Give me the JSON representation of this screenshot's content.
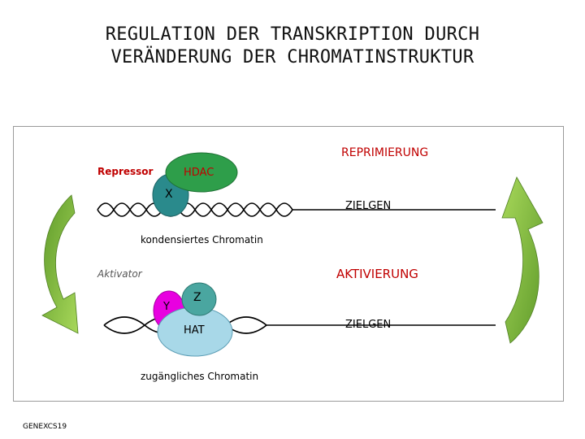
{
  "title": {
    "line1": "REGULATION DER TRANSKRIPTION DURCH",
    "line2": "VERÄNDERUNG DER CHROMATINSTRUKTUR"
  },
  "top_panel": {
    "state_label": "REPRIMIERUNG",
    "repressor_label": "Repressor",
    "hdac_label": "HDAC",
    "x_label": "X",
    "gene_label": "ZIELGEN",
    "chromatin_label": "kondensiertes Chromatin"
  },
  "bottom_panel": {
    "state_label": "AKTIVIERUNG",
    "activator_label": "Aktivator",
    "y_label": "Y",
    "z_label": "Z",
    "hat_label": "HAT",
    "gene_label": "ZIELGEN",
    "chromatin_label": "zugängliches Chromatin"
  },
  "footer": "GENEXCS19",
  "colors": {
    "repression_red": "#c00000",
    "hdac_green": "#2e9e4a",
    "x_teal": "#2a8a8c",
    "y_magenta": "#e800e0",
    "z_teal": "#4aa6a0",
    "hat_lightblue": "#a8d8e8",
    "arrow_green_light": "#a8d85a",
    "arrow_green_dark": "#5e9a2a"
  }
}
